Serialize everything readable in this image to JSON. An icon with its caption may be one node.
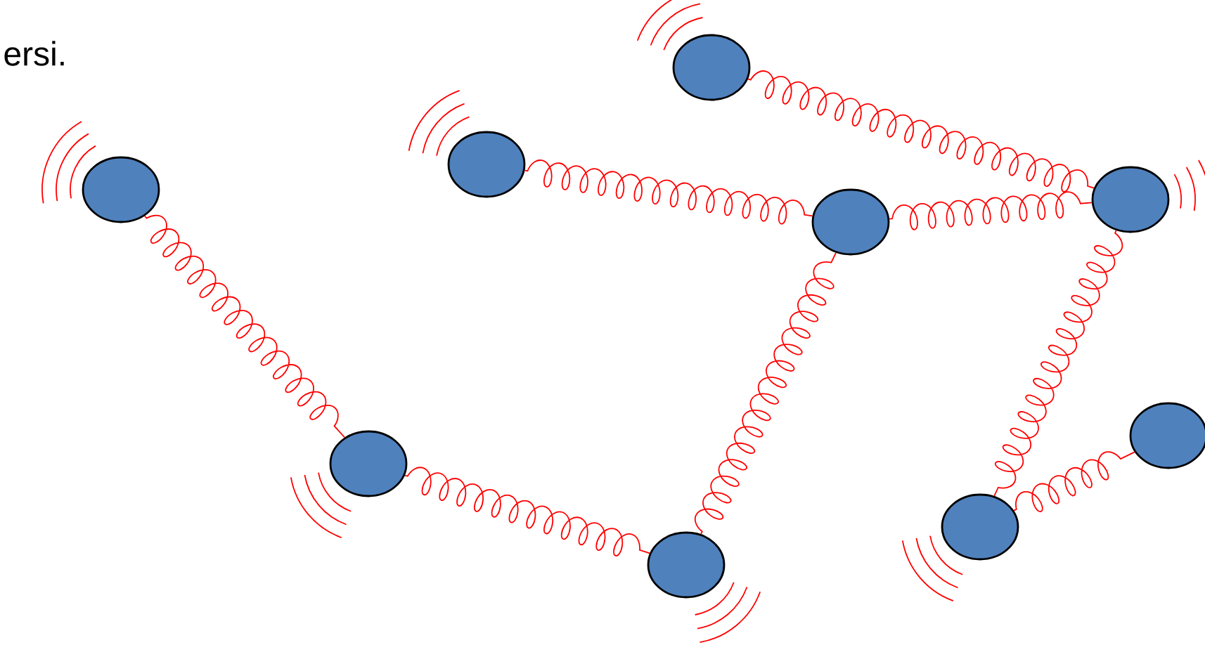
{
  "diagram": {
    "nodes": [
      {
        "text": [],
        "shape": "circle"
      },
      {
        "text": [],
        "shape": "circle"
      },
      {
        "text": [],
        "shape": "circle"
      },
      {
        "text": [],
        "shape": "circle"
      },
      {
        "text": [],
        "shape": "circle"
      },
      {
        "text": [],
        "shape": "circle"
      },
      {
        "text": [],
        "shape": "circle"
      },
      {
        "text": [],
        "shape": "circle"
      },
      {
        "text": [],
        "shape": "circle"
      }
    ],
    "edges": [
      {
        "from": 0,
        "to": 3,
        "arrow": "none"
      },
      {
        "from": 1,
        "to": 4,
        "arrow": "none"
      },
      {
        "from": 2,
        "to": 5,
        "arrow": "none"
      },
      {
        "from": 4,
        "to": 3,
        "arrow": "none"
      },
      {
        "from": 5,
        "to": 8,
        "arrow": "none"
      },
      {
        "from": 8,
        "to": 4,
        "arrow": "none"
      },
      {
        "from": 3,
        "to": 7,
        "arrow": "none"
      },
      {
        "from": 7,
        "to": 6,
        "arrow": "none"
      }
    ],
    "labels": [
      "ersi."
    ]
  }
}
